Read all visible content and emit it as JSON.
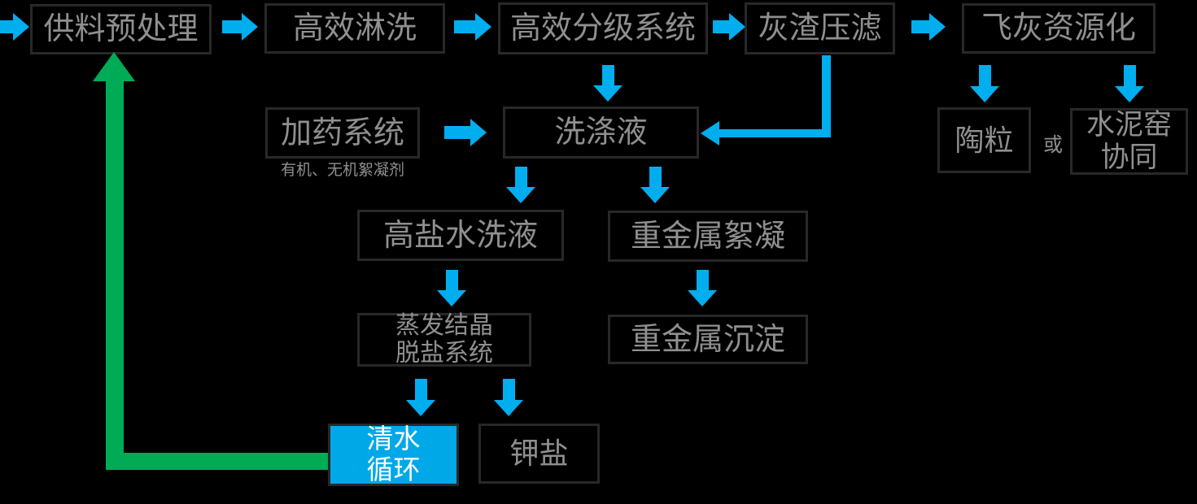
{
  "colors": {
    "background": "#000000",
    "box_border": "#282828",
    "box_text": "#8f8f8f",
    "arrow_blue": "#00AEEF",
    "arrow_green": "#00AB55",
    "highlight_box_fill": "#00A8E8",
    "highlight_box_text": "#ffffff"
  },
  "nodes": {
    "feed_pretreatment": "供料预处理",
    "efficient_washing": "高效淋洗",
    "classification_system": "高效分级系统",
    "ash_filter_press": "灰渣压滤",
    "fly_ash_recycling": "飞灰资源化",
    "dosing_system": "加药系统",
    "dosing_note": "有机、无机絮凝剂",
    "washing_liquid": "洗涤液",
    "ceramsite": "陶粒",
    "or_label": "或",
    "cement_kiln": {
      "line1": "水泥窑",
      "line2": "协同"
    },
    "high_salt_wash": "高盐水洗液",
    "heavy_metal_flocculation": "重金属絮凝",
    "evaporation": {
      "line1": "蒸发结晶",
      "line2": "脱盐系统"
    },
    "heavy_metal_precipitation": "重金属沉淀",
    "clean_water": {
      "line1": "清水",
      "line2": "循环"
    },
    "potassium_salt": "钾盐"
  }
}
